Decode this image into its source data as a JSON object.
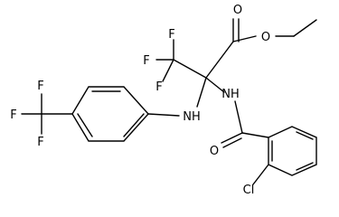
{
  "molecule": {
    "atoms": {
      "carbonyl_oxygen": "O",
      "ester_oxygen": "O",
      "cf3_top_f_left": "F",
      "cf3_top_f_right": "F",
      "cf3_top_f_lower": "F",
      "amide_nh": "NH",
      "amine_nh": "NH",
      "amide_oxygen": "O",
      "chlorine": "Cl",
      "aryl_cf3_f_top": "F",
      "aryl_cf3_f_left": "F",
      "aryl_cf3_f_bottom": "F"
    }
  },
  "colors": {
    "bond": "#000000",
    "label": "#000000",
    "background": "#ffffff"
  }
}
